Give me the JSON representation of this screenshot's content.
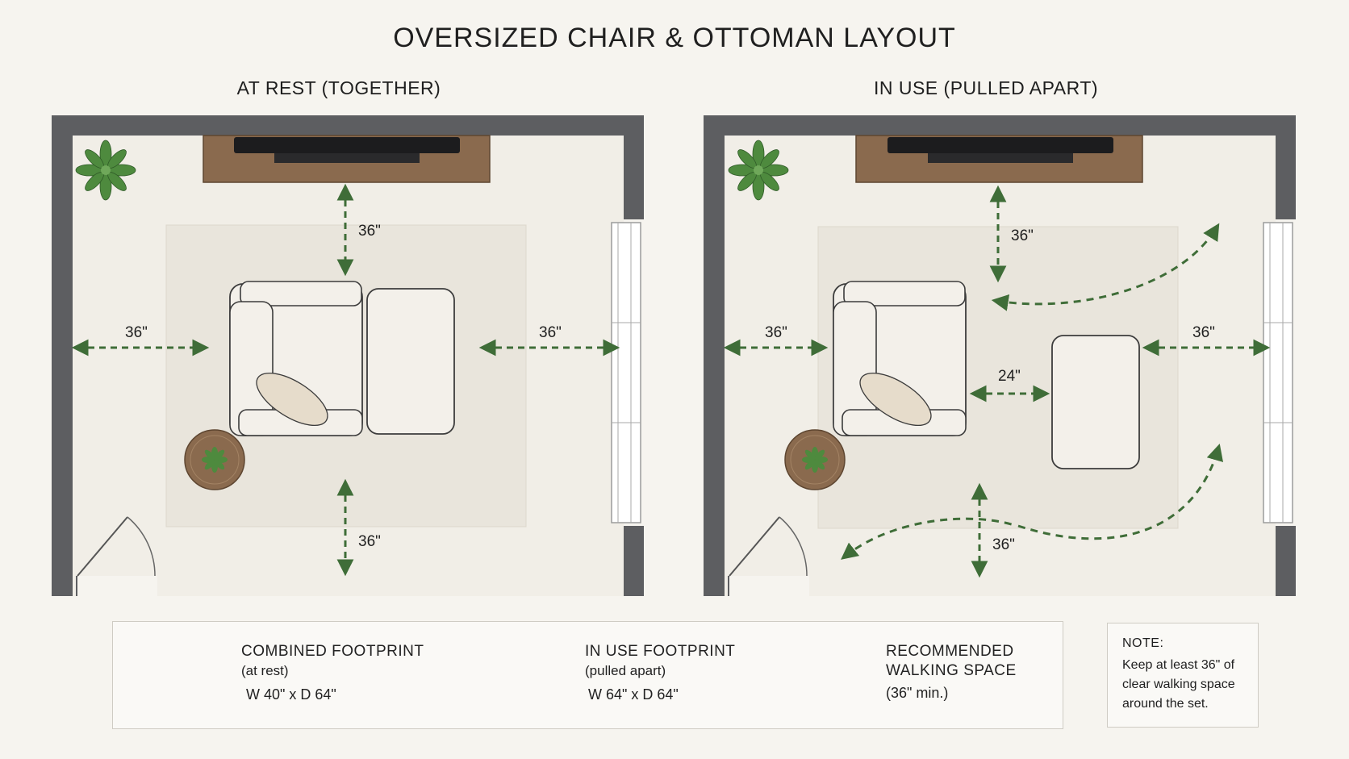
{
  "title": "OVERSIZED CHAIR & OTTOMAN LAYOUT",
  "panels": [
    {
      "heading": "AT REST (TOGETHER)",
      "labels": {
        "top": "36\"",
        "left": "36\"",
        "right": "36\"",
        "bottom": "36\""
      }
    },
    {
      "heading": "IN USE (PULLED APART)",
      "labels": {
        "top": "36\"",
        "left": "36\"",
        "right": "36\"",
        "gap": "24\"",
        "bottom": "36\""
      }
    }
  ],
  "legend": {
    "combined": {
      "heading": "COMBINED FOOTPRINT",
      "sub": "(at rest)",
      "dims": "W 40\" x D 64\""
    },
    "in_use": {
      "heading": "IN USE FOOTPRINT",
      "sub": "(pulled apart)",
      "dims": "W 64\" x D 64\""
    },
    "walk": {
      "line1": "RECOMMENDED",
      "line2": "WALKING SPACE",
      "line3": "(36\" min.)"
    }
  },
  "note": {
    "title": "NOTE:",
    "line1": "Keep at least 36\" of",
    "line2": "clear walking space",
    "line3": "around the set."
  },
  "colors": {
    "wall": "#5d5e61",
    "floor": "#f1eee7",
    "rug": "#e9e5dc",
    "upholstery": "#f3f0ea",
    "wood": "#8a6a4e",
    "plant": "#4e8a3e",
    "arrow": "#3f6d38"
  }
}
